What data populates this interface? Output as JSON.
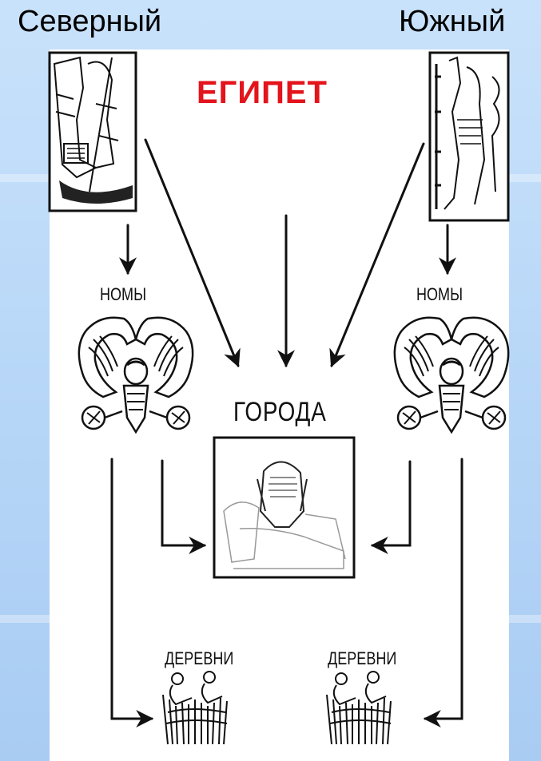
{
  "header": {
    "left_label": "Северный",
    "right_label": "Южный"
  },
  "diagram": {
    "title": "ЕГИПЕТ",
    "nomes_left_label": "НОМЫ",
    "nomes_right_label": "НОМЫ",
    "cities_label": "ГОРОДА",
    "villages_left_label": "ДЕРЕВНИ",
    "villages_right_label": "ДЕРЕВНИ"
  },
  "colors": {
    "background": "#c9e2fb",
    "panel": "#ffffff",
    "title": "#e3141b",
    "lines": "#111111"
  },
  "icons": [
    "north-pharaoh-image",
    "south-pharaoh-image",
    "falcon-emblem-icon",
    "sphinx-image",
    "farmers-image"
  ]
}
